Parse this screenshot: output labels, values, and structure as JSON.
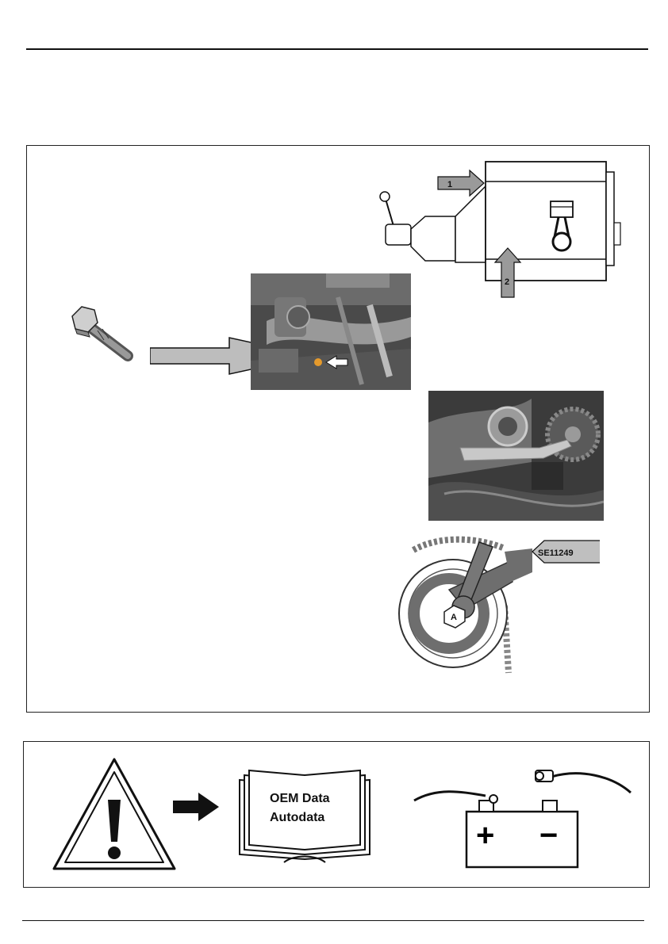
{
  "figures": {
    "engine_diagram": {
      "callouts": [
        "1",
        "2"
      ]
    },
    "locking_tool_label": "SE11249",
    "wrench_label": "A"
  },
  "warning_panel": {
    "manual_line1": "OEM Data",
    "manual_line2": "Autodata",
    "battery_positive": "+",
    "battery_negative": "−"
  }
}
